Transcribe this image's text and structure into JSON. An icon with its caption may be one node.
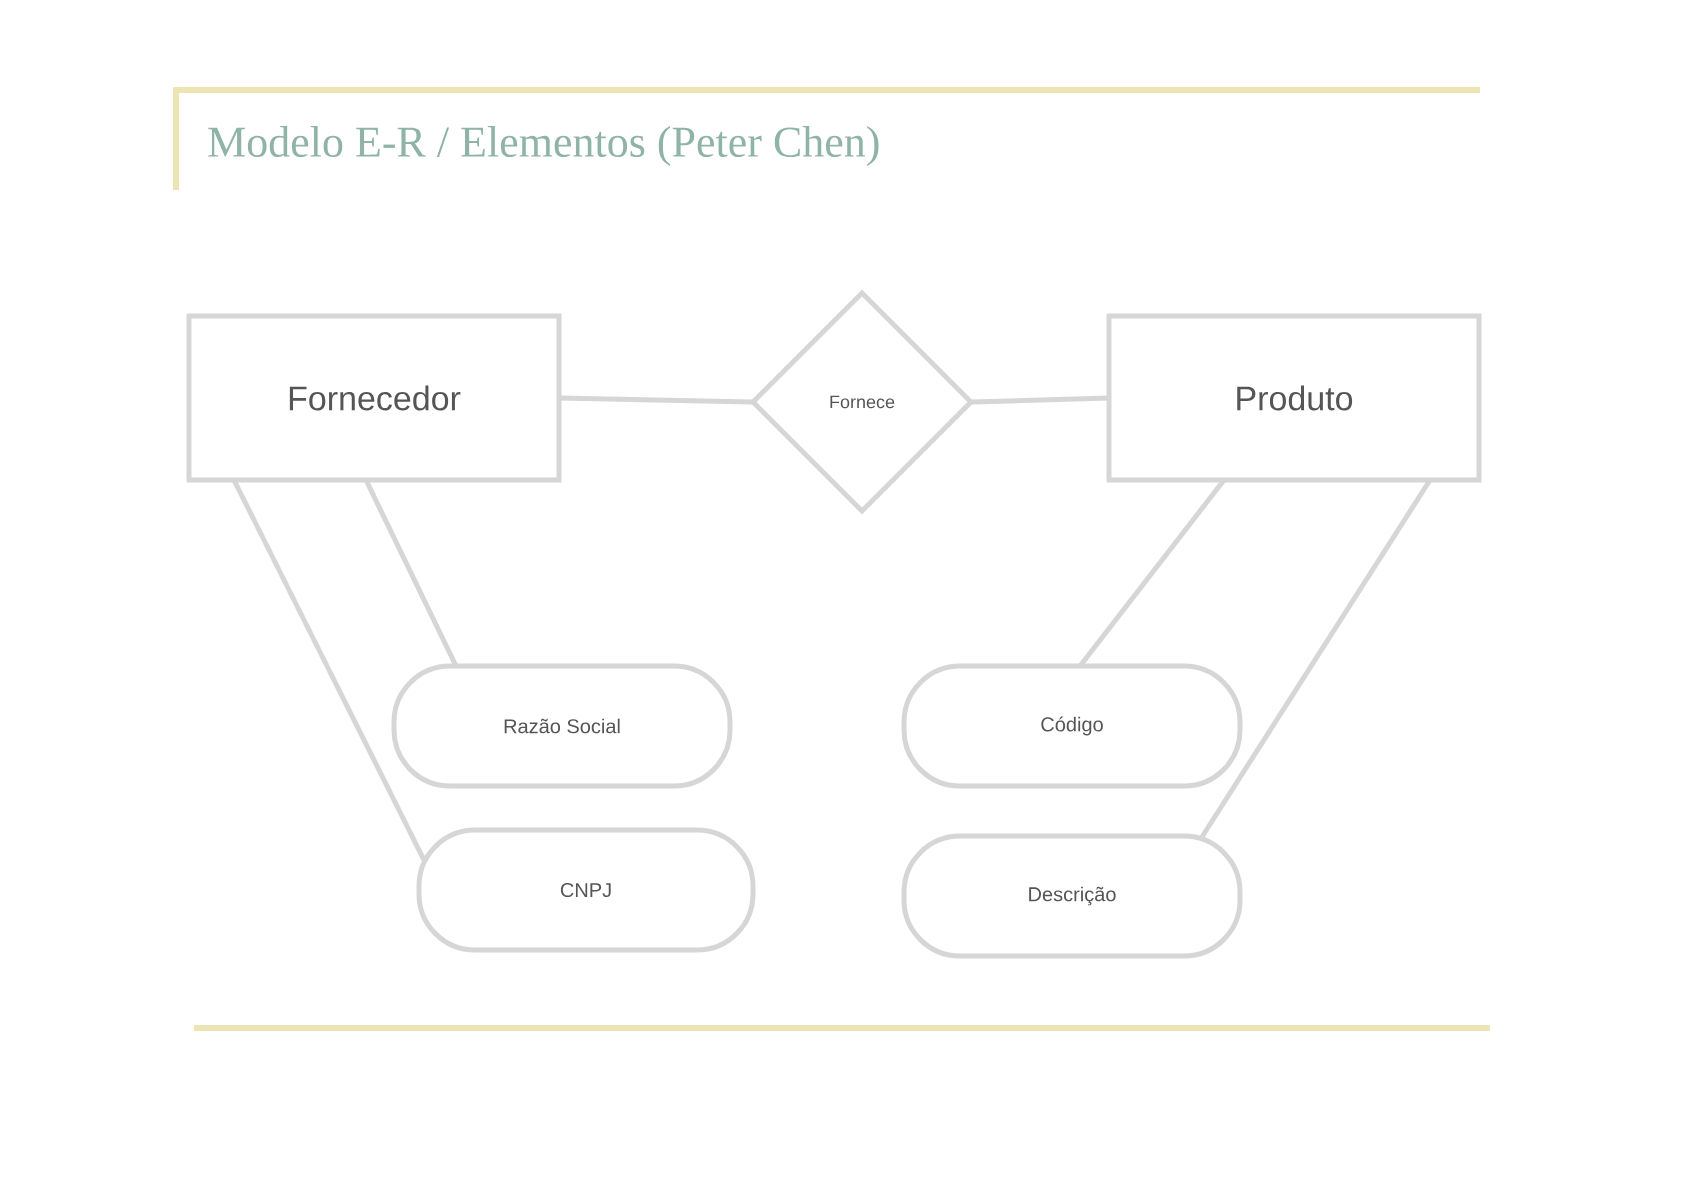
{
  "diagram": {
    "title": "Modelo E-R / Elementos (Peter Chen)",
    "nodes": [
      {
        "text": [
          "Fornecedor"
        ]
      },
      {
        "text": [
          "Fornece"
        ]
      },
      {
        "text": [
          "Produto"
        ]
      },
      {
        "text": [
          "Razão Social"
        ]
      },
      {
        "text": [
          "CNPJ"
        ]
      },
      {
        "text": [
          "Código"
        ]
      },
      {
        "text": [
          "Descrição"
        ]
      }
    ],
    "edges": [
      {
        "from": 0,
        "to": 1,
        "arrow": "none"
      },
      {
        "from": 1,
        "to": 2,
        "arrow": "none"
      },
      {
        "from": 0,
        "to": 3,
        "arrow": "none"
      },
      {
        "from": 0,
        "to": 4,
        "arrow": "none"
      },
      {
        "from": 2,
        "to": 5,
        "arrow": "none"
      },
      {
        "from": 2,
        "to": 6,
        "arrow": "none"
      }
    ]
  }
}
